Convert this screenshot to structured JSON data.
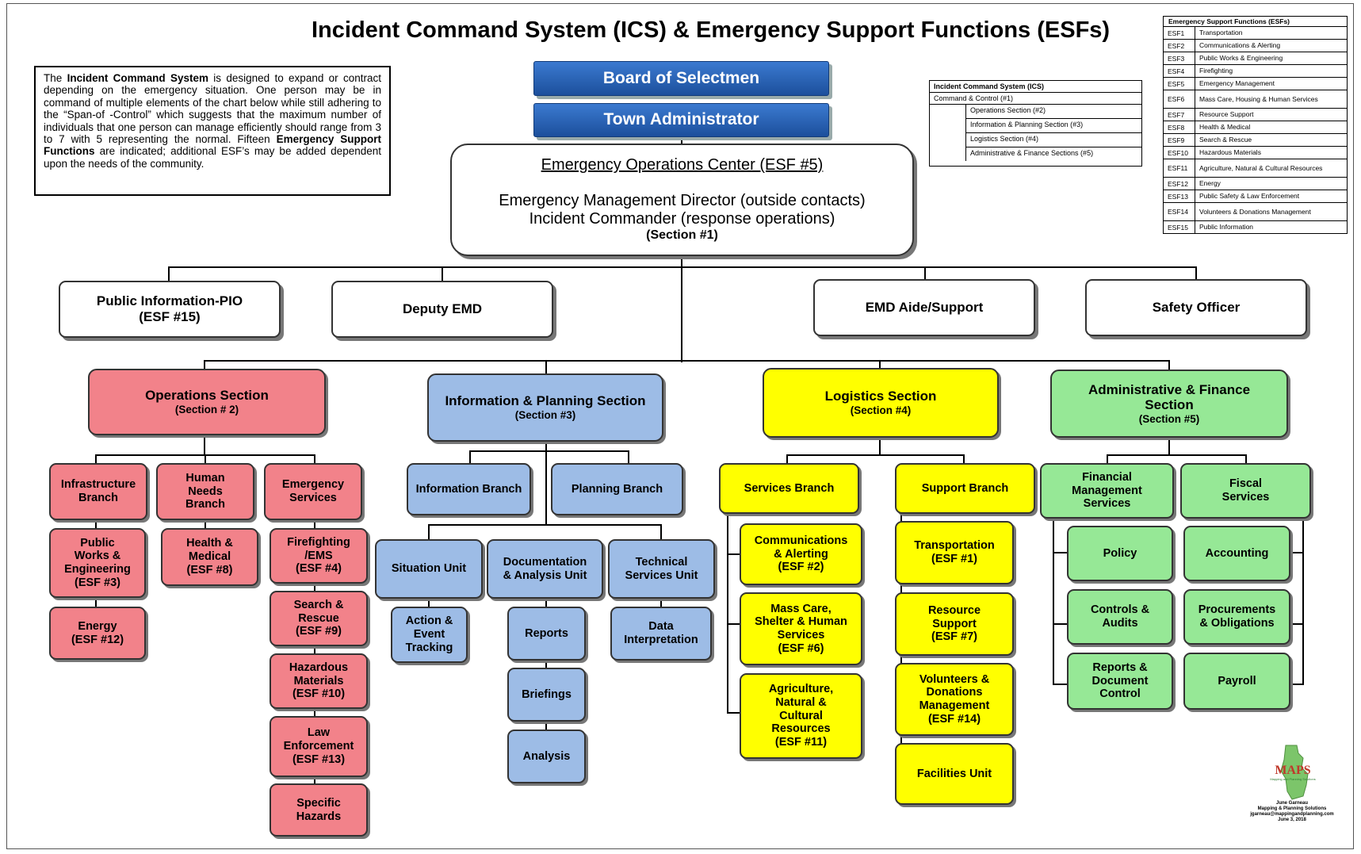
{
  "title": "Incident Command System (ICS) & Emergency Support Functions (ESFs)",
  "intro": {
    "p1": "The ",
    "b1": "Incident Command System",
    "p2": " is designed to expand or contract depending on the emergency situation.  One person may be in command of multiple elements of the chart below while still adhering to the “Span-of -Control” which suggests that the maximum number of individuals that one person can manage efficiently should range from  3 to 7 with 5 representing the normal.  Fifteen ",
    "b2": "Emergency Support Functions",
    "p3": " are indicated; additional ESF’s may be added dependent upon the needs of the community."
  },
  "board": "Board of Selectmen",
  "admin": "Town Administrator",
  "eoc": {
    "line1": "Emergency Operations Center (ESF #5)",
    "line2": "Emergency Management Director (outside contacts)",
    "line3": "Incident Commander (response operations)",
    "line4": "(Section #1)"
  },
  "staff": {
    "pio_1": "Public Information-PIO",
    "pio_2": "(ESF #15)",
    "deputy": "Deputy EMD",
    "aide": "EMD Aide/Support",
    "safety": "Safety Officer"
  },
  "sections": {
    "ops": {
      "title": "Operations Section",
      "sub": "(Section # 2)"
    },
    "info": {
      "title": "Information & Planning Section",
      "sub": "(Section #3)"
    },
    "log": {
      "title": "Logistics Section",
      "sub": "(Section #4)"
    },
    "adm": {
      "title1": "Administrative & Finance",
      "title2": "Section",
      "sub": "(Section #5)"
    }
  },
  "ops": {
    "infra": [
      "Infrastructure",
      "Branch"
    ],
    "human": [
      "Human",
      "Needs",
      "Branch"
    ],
    "emerg": [
      "Emergency",
      "Services"
    ],
    "public_works": [
      "Public",
      "Works &",
      "Engineering",
      "(ESF #3)"
    ],
    "energy": [
      "Energy",
      "(ESF #12)"
    ],
    "health": [
      "Health &",
      "Medical",
      "(ESF #8)"
    ],
    "fire": [
      "Firefighting",
      "/EMS",
      "(ESF #4)"
    ],
    "search": [
      "Search &",
      "Rescue",
      "(ESF #9)"
    ],
    "hazmat": [
      "Hazardous",
      "Materials",
      "(ESF #10)"
    ],
    "law": [
      "Law",
      "Enforcement",
      "(ESF #13)"
    ],
    "specific": [
      "Specific",
      "Hazards"
    ]
  },
  "info": {
    "info_branch": "Information Branch",
    "plan_branch": "Planning Branch",
    "situation": "Situation Unit",
    "doc": [
      "Documentation",
      "& Analysis Unit"
    ],
    "tech": [
      "Technical",
      "Services Unit"
    ],
    "action": [
      "Action &",
      "Event",
      "Tracking"
    ],
    "reports": "Reports",
    "briefings": "Briefings",
    "analysis": "Analysis",
    "data": [
      "Data",
      "Interpretation"
    ]
  },
  "log": {
    "services": "Services Branch",
    "support": "Support Branch",
    "comm": [
      "Communications",
      "& Alerting",
      "(ESF #2)"
    ],
    "mass": [
      "Mass Care,",
      "Shelter & Human",
      "Services",
      "(ESF #6)"
    ],
    "agri": [
      "Agriculture,",
      "Natural &",
      "Cultural",
      "Resources",
      "(ESF #11)"
    ],
    "transport": [
      "Transportation",
      "(ESF #1)"
    ],
    "resource": [
      "Resource",
      "Support",
      "(ESF #7)"
    ],
    "volunteers": [
      "Volunteers &",
      "Donations",
      "Management",
      "(ESF #14)"
    ],
    "facilities": "Facilities Unit"
  },
  "adm": {
    "fin": [
      "Financial",
      "Management",
      "Services"
    ],
    "fiscal": [
      "Fiscal",
      "Services"
    ],
    "policy": "Policy",
    "accounting": "Accounting",
    "controls": [
      "Controls &",
      "Audits"
    ],
    "procure": [
      "Procurements",
      "& Obligations"
    ],
    "reports": [
      "Reports &",
      "Document",
      "Control"
    ],
    "payroll": "Payroll"
  },
  "ics_table": {
    "header": "Incident Command System (ICS)",
    "row1": "Command & Control (#1)",
    "items": [
      "Operations Section (#2)",
      "Information & Planning Section (#3)",
      "Logistics Section (#4)",
      "Administrative & Finance Sections (#5)"
    ]
  },
  "esf_table": {
    "header": "Emergency Support Functions (ESFs)",
    "rows": [
      [
        "ESF1",
        "Transportation"
      ],
      [
        "ESF2",
        "Communications & Alerting"
      ],
      [
        "ESF3",
        "Public Works & Engineering"
      ],
      [
        "ESF4",
        "Firefighting"
      ],
      [
        "ESF5",
        "Emergency Management"
      ],
      [
        "ESF6",
        "Mass Care, Housing & Human Services"
      ],
      [
        "ESF7",
        "Resource Support"
      ],
      [
        "ESF8",
        "Health & Medical"
      ],
      [
        "ESF9",
        "Search & Rescue"
      ],
      [
        "ESF10",
        "Hazardous Materials"
      ],
      [
        "ESF11",
        "Agriculture, Natural & Cultural Resources"
      ],
      [
        "ESF12",
        "Energy"
      ],
      [
        "ESF13",
        "Public Safety & Law Enforcement"
      ],
      [
        "ESF14",
        "Volunteers & Donations Management"
      ],
      [
        "ESF15",
        "Public Information"
      ]
    ]
  },
  "logo": {
    "name": "MAPS",
    "line1": "Mapping and Planning Solutions",
    "credit1": "June Garneau",
    "credit2": "Mapping & Planning Solutions",
    "credit3": "jgarneau@mappingandplanning.com",
    "credit4": "June 3, 2018"
  },
  "colors": {
    "operations": "#f2828a",
    "planning": "#9dbce6",
    "logistics": "#ffff00",
    "finance": "#96e896",
    "header_blue": "#1f5aa8"
  }
}
